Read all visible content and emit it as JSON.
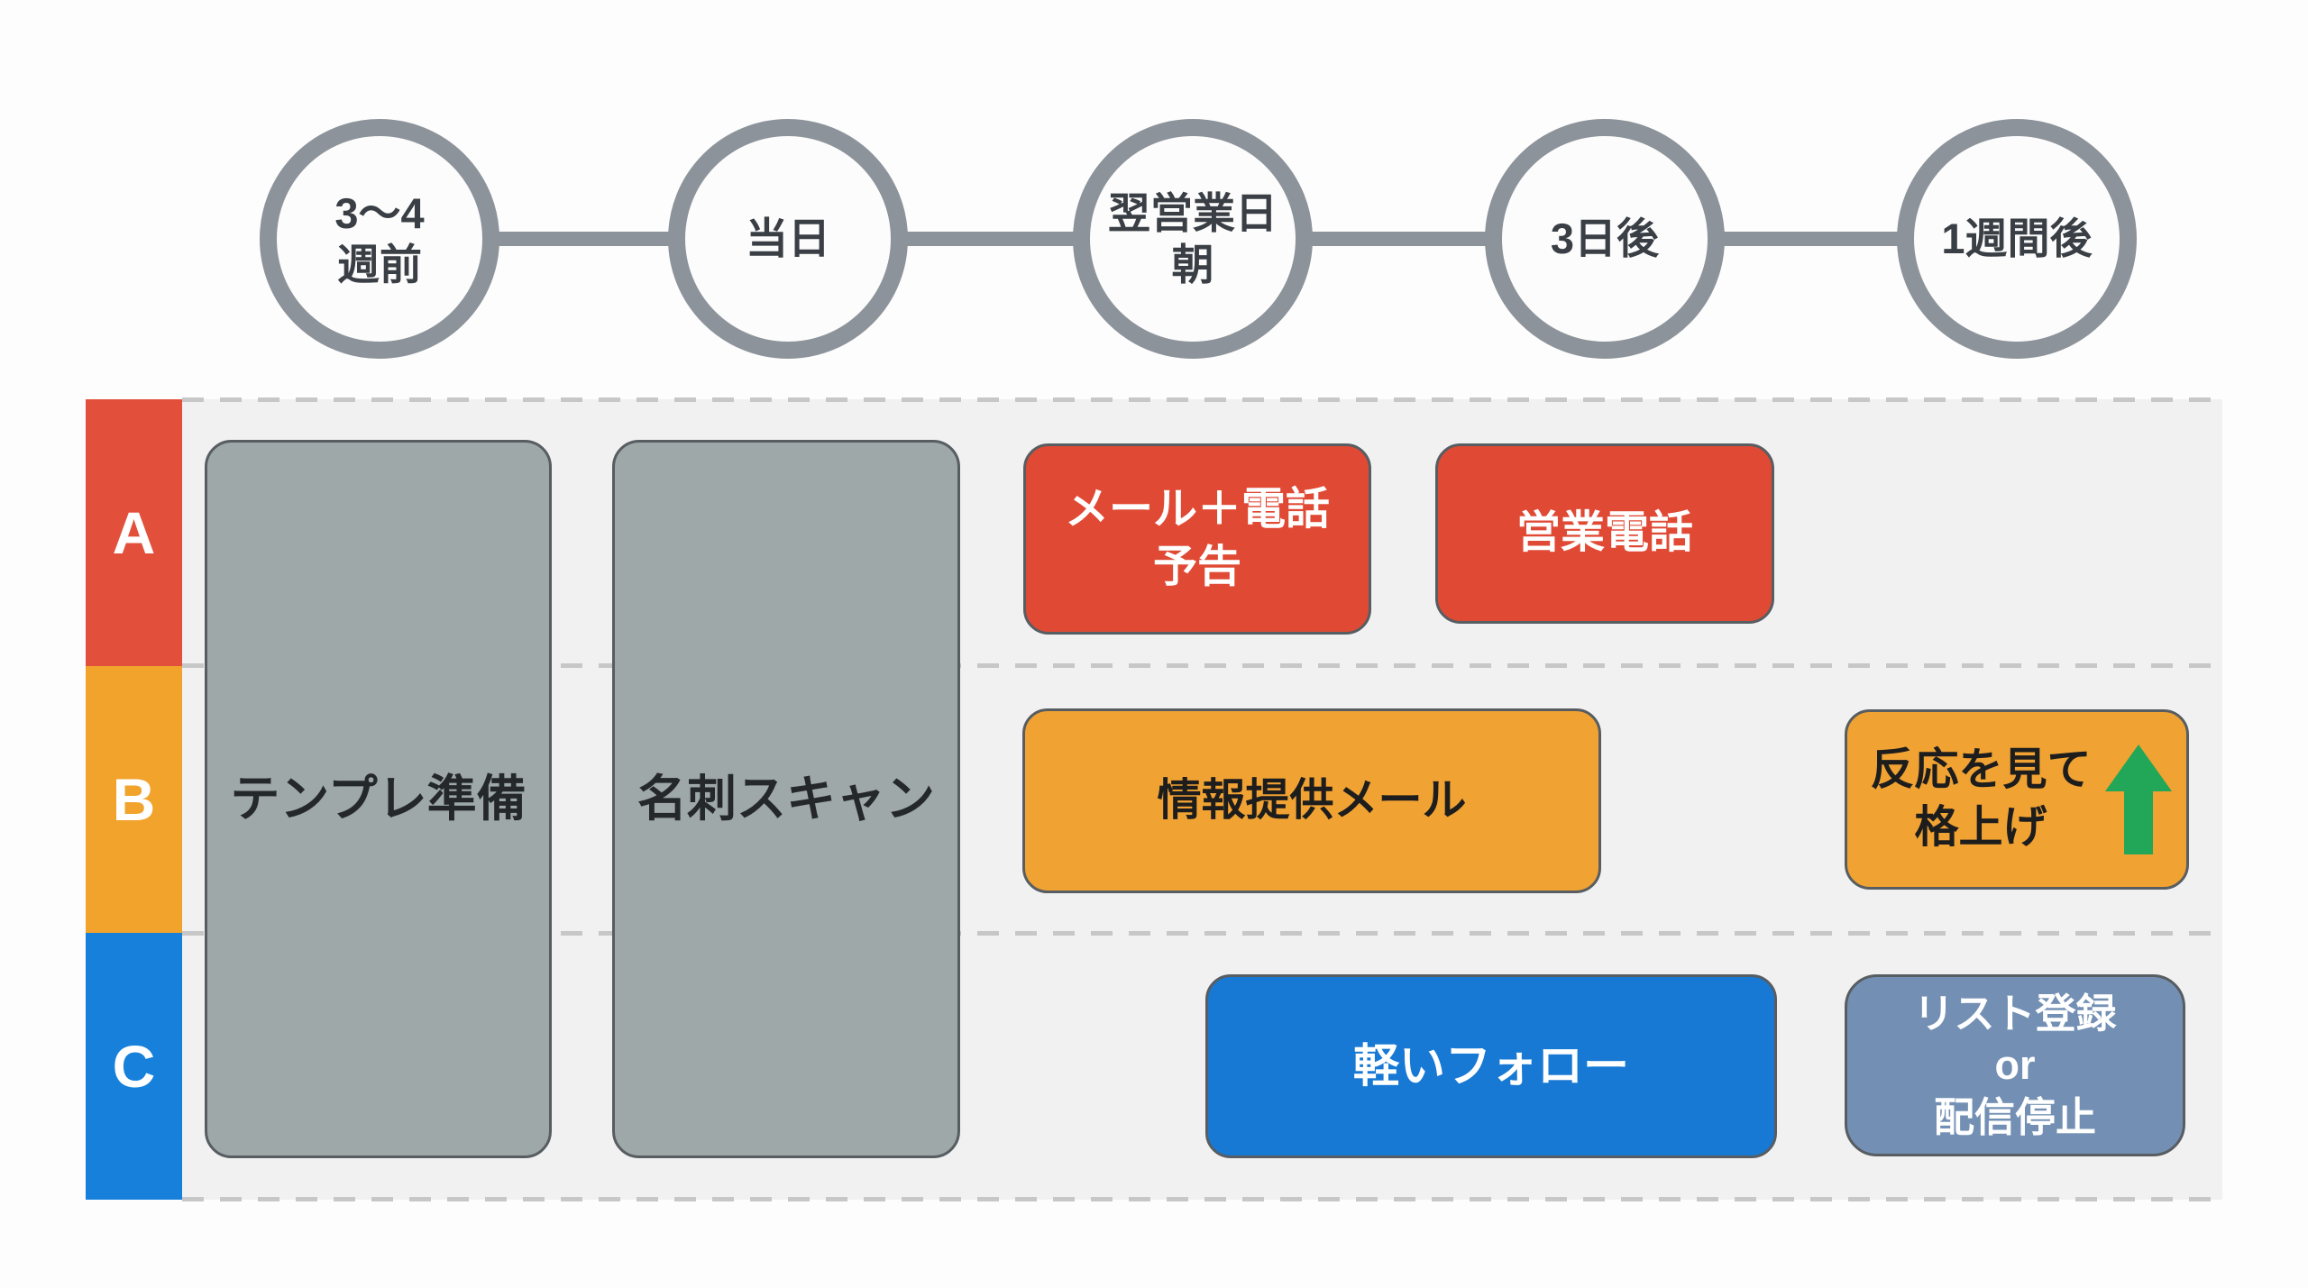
{
  "diagram_title": "follow-up-schedule-swimlane",
  "timeline": {
    "nodes": [
      {
        "lines": [
          "3〜4",
          "週前"
        ]
      },
      {
        "lines": [
          "当日"
        ]
      },
      {
        "lines": [
          "翌営業日",
          "朝"
        ]
      },
      {
        "lines": [
          "3日後"
        ]
      },
      {
        "lines": [
          "1週間後"
        ]
      }
    ]
  },
  "shared_tasks": [
    {
      "label": "テンプレ準備"
    },
    {
      "label": "名刺スキャン"
    }
  ],
  "lanes": [
    {
      "id": "A",
      "boxes": [
        {
          "lines": [
            "メール＋電話",
            "予告"
          ]
        },
        {
          "lines": [
            "営業電話"
          ]
        }
      ]
    },
    {
      "id": "B",
      "boxes": [
        {
          "lines": [
            "情報提供メール"
          ]
        },
        {
          "lines": [
            "反応を見て",
            "格上げ"
          ],
          "icon": "up-arrow-icon"
        }
      ]
    },
    {
      "id": "C",
      "boxes": [
        {
          "lines": [
            "軽いフォロー"
          ]
        },
        {
          "lines": [
            "リスト登録",
            "or",
            "配信停止"
          ]
        }
      ]
    }
  ],
  "colors": {
    "lane_a": "#E2503C",
    "lane_b": "#F1A32B",
    "lane_c": "#1680DB",
    "box_red": "#E04A35",
    "box_orange": "#F0A233",
    "box_blue": "#1779D4",
    "box_steel": "#7390B4",
    "box_gray": "#9EA8A8",
    "timeline_ring": "#8D939A",
    "arrow_green": "#21A757",
    "band_background": "#F1F1F2"
  }
}
